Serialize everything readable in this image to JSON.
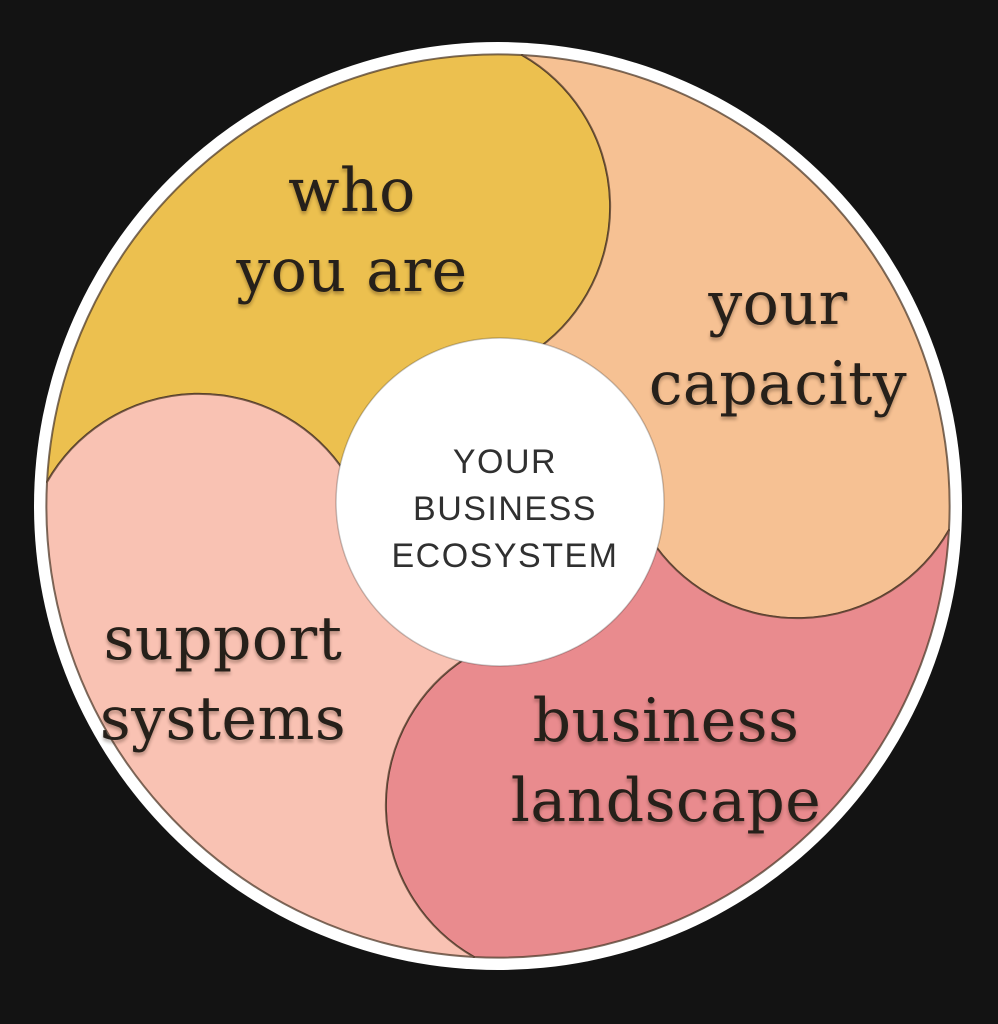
{
  "page": {
    "background_color": "#131313"
  },
  "diagram": {
    "ring_color": "#ffffff",
    "boundary_line_color": "rgba(74,52,36,0.72)",
    "label_text_color": "#26201a",
    "center_circle": {
      "color": "#ffffff",
      "text_color": "#303030",
      "lines": [
        "YOUR",
        "BUSINESS",
        "ECOSYSTEM"
      ]
    },
    "segments": [
      {
        "name": "who-you-are",
        "lines": [
          "who",
          "you are"
        ],
        "color": "#ecc04f",
        "position": "top-left"
      },
      {
        "name": "your-capacity",
        "lines": [
          "your",
          "capacity"
        ],
        "color": "#f6c193",
        "position": "top-right"
      },
      {
        "name": "business-landscape",
        "lines": [
          "business",
          "landscape"
        ],
        "color": "#e98b8e",
        "position": "bottom-right"
      },
      {
        "name": "support-systems",
        "lines": [
          "support",
          "systems"
        ],
        "color": "#f9c2b3",
        "position": "bottom-left"
      }
    ]
  }
}
